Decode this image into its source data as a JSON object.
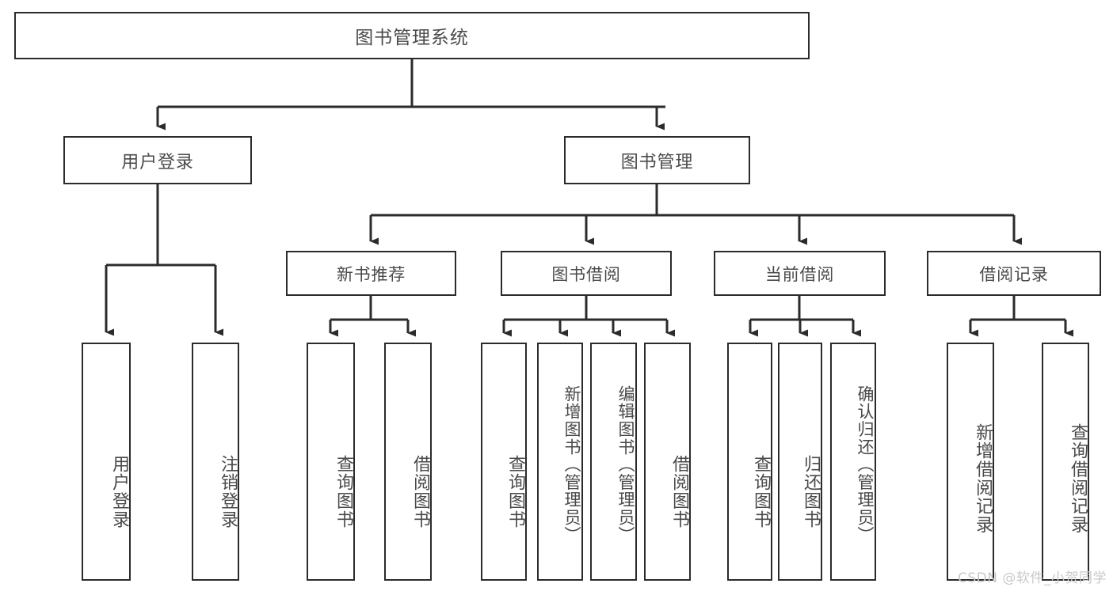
{
  "diagram": {
    "title": "图书管理系统",
    "type": "tree",
    "root": {
      "id": "root",
      "label": "图书管理系统"
    },
    "level1": [
      {
        "id": "user-login",
        "label": "用户登录"
      },
      {
        "id": "book-management",
        "label": "图书管理"
      }
    ],
    "level2": [
      {
        "id": "new-book-recommend",
        "label": "新书推荐",
        "parent": "book-management"
      },
      {
        "id": "book-borrow",
        "label": "图书借阅",
        "parent": "book-management"
      },
      {
        "id": "current-borrow",
        "label": "当前借阅",
        "parent": "book-management"
      },
      {
        "id": "borrow-record",
        "label": "借阅记录",
        "parent": "book-management"
      }
    ],
    "leaves": {
      "user-login": [
        {
          "id": "leaf-user-login",
          "label": "用户登录"
        },
        {
          "id": "leaf-logout",
          "label": "注销登录"
        }
      ],
      "new-book-recommend": [
        {
          "id": "leaf-query-book-1",
          "label": "查询图书"
        },
        {
          "id": "leaf-borrow-book-1",
          "label": "借阅图书"
        }
      ],
      "book-borrow": [
        {
          "id": "leaf-query-book-2",
          "label": "查询图书"
        },
        {
          "id": "leaf-add-book",
          "label": "新增图书（管理员）"
        },
        {
          "id": "leaf-edit-book",
          "label": "编辑图书（管理员）"
        },
        {
          "id": "leaf-borrow-book-2",
          "label": "借阅图书"
        }
      ],
      "current-borrow": [
        {
          "id": "leaf-query-book-3",
          "label": "查询图书"
        },
        {
          "id": "leaf-return-book",
          "label": "归还图书"
        },
        {
          "id": "leaf-confirm-return",
          "label": "确认归还（管理员）"
        }
      ],
      "borrow-record": [
        {
          "id": "leaf-add-record",
          "label": "新增借阅记录"
        },
        {
          "id": "leaf-query-record",
          "label": "查询借阅记录"
        }
      ]
    }
  },
  "watermark": {
    "text": "CSDN @软件_小贺同学"
  },
  "colors": {
    "stroke": "#2b2b2b",
    "text": "#4a4a4a",
    "background": "#ffffff",
    "watermark": "#c9c9c9"
  }
}
